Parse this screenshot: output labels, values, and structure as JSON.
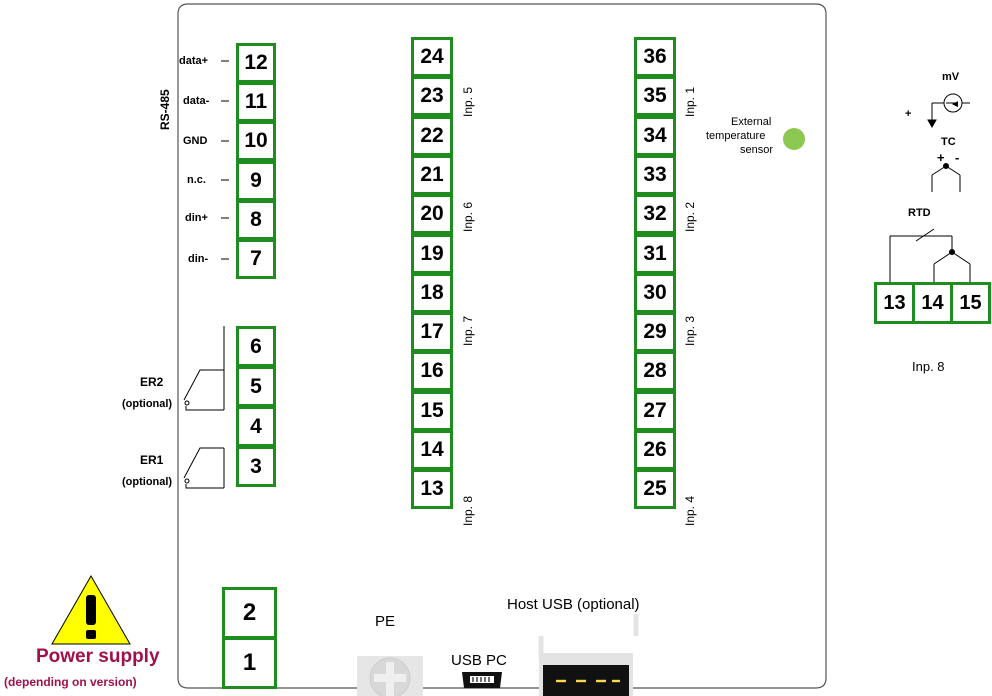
{
  "colors": {
    "terminal_border": "#1e8c1e",
    "panel_border": "#555555",
    "warning_fill": "#ffff00",
    "warning_text": "#a0114a",
    "sensor_dot": "#8cc850"
  },
  "rs485": {
    "title": "RS-485",
    "terminals": [
      {
        "number": "12",
        "label": "data+"
      },
      {
        "number": "11",
        "label": "data-"
      },
      {
        "number": "10",
        "label": "GND"
      },
      {
        "number": "9",
        "label": "n.c."
      },
      {
        "number": "8",
        "label": "din+"
      },
      {
        "number": "7",
        "label": "din-"
      }
    ]
  },
  "relays": {
    "terminals": [
      "6",
      "5",
      "4",
      "3"
    ],
    "er2": {
      "name": "ER2",
      "note": "(optional)"
    },
    "er1": {
      "name": "ER1",
      "note": "(optional)"
    }
  },
  "power": {
    "terminals": [
      "2",
      "1"
    ],
    "title": "Power supply",
    "note": "(depending on version)"
  },
  "middle_column": {
    "terminals": [
      "24",
      "23",
      "22",
      "21",
      "20",
      "19",
      "18",
      "17",
      "16",
      "15",
      "14",
      "13"
    ],
    "inputs": [
      "Inp. 5",
      "Inp. 6",
      "Inp. 7",
      "Inp. 8"
    ]
  },
  "right_column": {
    "terminals": [
      "36",
      "35",
      "34",
      "33",
      "32",
      "31",
      "30",
      "29",
      "28",
      "27",
      "26",
      "25"
    ],
    "inputs": [
      "Inp. 1",
      "Inp. 2",
      "Inp. 3",
      "Inp. 4"
    ]
  },
  "external_sensor": {
    "line1": "External",
    "line2": "temperature",
    "line3": "sensor"
  },
  "connectors": {
    "pe": "PE",
    "usb_pc": "USB PC",
    "host_usb": "Host USB (optional)"
  },
  "legend": {
    "mv": "mV",
    "plus": "+",
    "tc": "TC",
    "tc_plus": "+",
    "tc_minus": "-",
    "rtd": "RTD",
    "terminals": [
      "13",
      "14",
      "15"
    ],
    "caption": "Inp. 8"
  }
}
